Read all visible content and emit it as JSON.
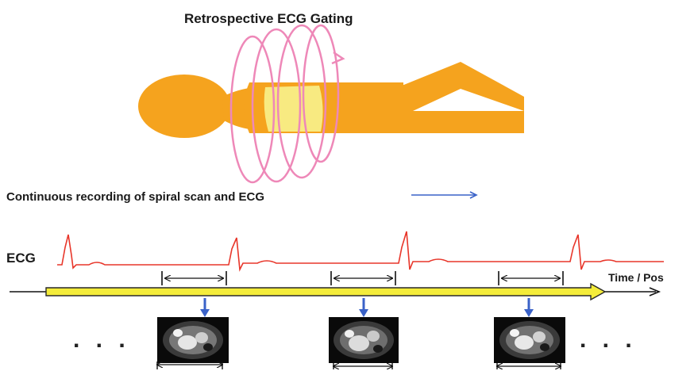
{
  "title": "Retrospective ECG Gating",
  "subtitle": "Continuous recording of spiral scan and ECG",
  "ecg_label": "ECG",
  "axis_label": "Time / Pos",
  "ellipsis_left": ". . .",
  "ellipsis_right": ". . .",
  "colors": {
    "body": "#f5a31e",
    "scan_band": "#f7f08a",
    "spiral": "#ee88b8",
    "ecg": "#e8362a",
    "axis_fill": "#f4ec3a",
    "down_arrow": "#3a62c8",
    "line": "#111111"
  },
  "gating_windows": 3,
  "ct_slices": 3
}
